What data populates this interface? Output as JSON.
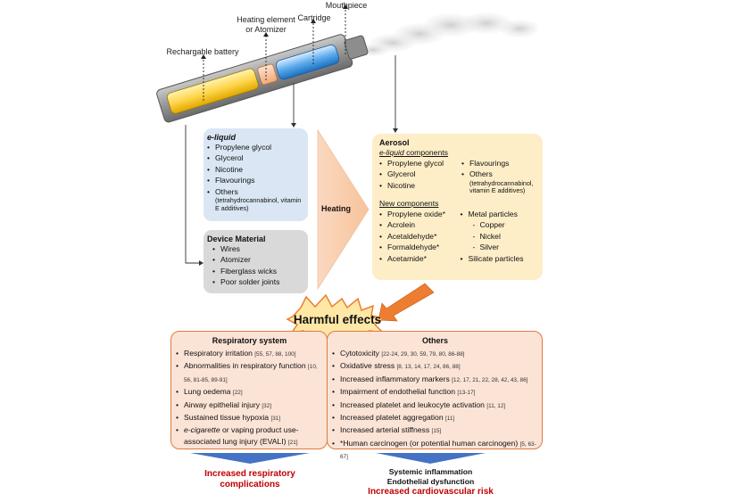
{
  "device_labels": {
    "battery": "Rechargable battery",
    "heating_element_line1": "Heating element",
    "heating_element_line2": "or Atomizer",
    "cartridge": "Cartridge",
    "mouthpiece": "Mouthpiece"
  },
  "eliquid": {
    "title": "e-liquid",
    "items": [
      "Propylene glycol",
      "Glycerol",
      "Nicotine",
      "Flavourings",
      "Others"
    ],
    "others_note": "(tetrahydrocannabinol, vitamin E additives)"
  },
  "device_material": {
    "title": "Device Material",
    "items": [
      "Wires",
      "Atomizer",
      "Fiberglass wicks",
      "Poor solder joints"
    ]
  },
  "heating_label": "Heating",
  "aerosol": {
    "title": "Aerosol",
    "components_title_italic": "e-liquid",
    "components_title_rest": " components",
    "components_left": [
      "Propylene glycol",
      "Glycerol",
      "Nicotine"
    ],
    "components_right": [
      "Flavourings",
      "Others"
    ],
    "components_right_note": "(tetrahydrocannabinol, vitamin E additives)",
    "new_title": "New components",
    "new_left": [
      "Propylene oxide*",
      "Acrolein",
      "Acetaldehyde*",
      "Formaldehyde*",
      "Acetamide*"
    ],
    "metal_title": "Metal particles",
    "metals": [
      "Copper",
      "Nickel",
      "Silver"
    ],
    "silicate": "Silicate particles"
  },
  "harmful_effects": "Harmful effects",
  "respiratory": {
    "title": "Respiratory system",
    "items": [
      {
        "text": "Respiratory irritation ",
        "ref": "[55, 57, 88, 100]"
      },
      {
        "text": "Abnormalities in respiratory function ",
        "ref": "[10, 56, 81-85, 89-91]"
      },
      {
        "text": "Lung oedema ",
        "ref": "[22]"
      },
      {
        "text": "Airway epithelial injury ",
        "ref": "[32]"
      },
      {
        "text": "Sustained tissue hypoxia ",
        "ref": "[31]"
      }
    ],
    "evali_italic": "e-cigarette",
    "evali_rest": " or vaping product use-associated lung injury (EVALI) ",
    "evali_ref": "[21]"
  },
  "others": {
    "title": "Others",
    "items": [
      {
        "text": "Cytotoxicity ",
        "ref": "[22-24, 29, 30, 59, 79, 80, 86-88]"
      },
      {
        "text": "Oxidative stress ",
        "ref": "[8, 13, 14, 17, 24, 86, 88]"
      },
      {
        "text": "Increased inflammatory markers ",
        "ref": "[12, 17, 21, 22, 28, 42, 43, 86]"
      },
      {
        "text": "Impairment of endothelial function ",
        "ref": "[13-17]"
      },
      {
        "text": "Increased platelet and leukocyte activation ",
        "ref": "[11, 12]"
      },
      {
        "text": "Increased platelet aggregation ",
        "ref": "[11]"
      },
      {
        "text": "Increased arterial stiffness ",
        "ref": "[15]"
      },
      {
        "text": "*Human carcinogen (or potential human carcinogen) ",
        "ref": "[5, 63-67]"
      }
    ]
  },
  "outcomes": {
    "respiratory_line1": "Increased respiratory",
    "respiratory_line2": "complications",
    "systemic": "Systemic inflammation",
    "endothelial": "Endothelial dysfunction",
    "cardiovascular": "Increased cardiovascular risk"
  },
  "colors": {
    "orange": "#ed7d31",
    "blue_arrow": "#4472c4",
    "red_text": "#c00000"
  }
}
